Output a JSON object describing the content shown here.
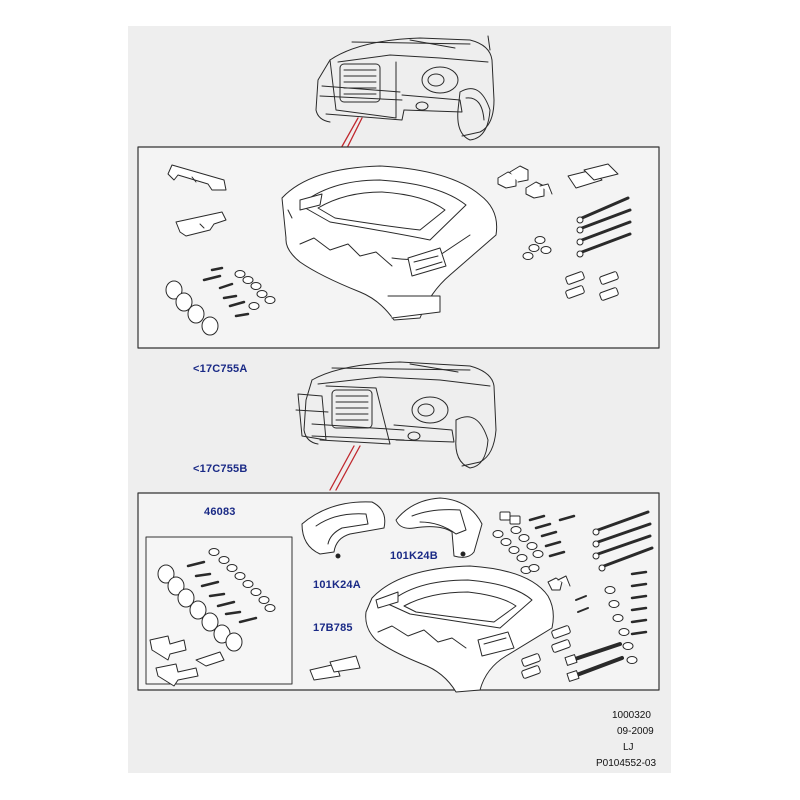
{
  "diagram": {
    "callouts": {
      "upper_kit_ref": "<17C755A",
      "lower_kit_ref": "<17C755B",
      "fixing_kit": "46083",
      "left_trim": "101K24A",
      "right_trim": "101K24B",
      "pads": "17B785"
    },
    "footer": {
      "drawing_number": "1000320",
      "date": "09-2009",
      "initials": "LJ",
      "part_reference": "P0104552-03"
    }
  }
}
